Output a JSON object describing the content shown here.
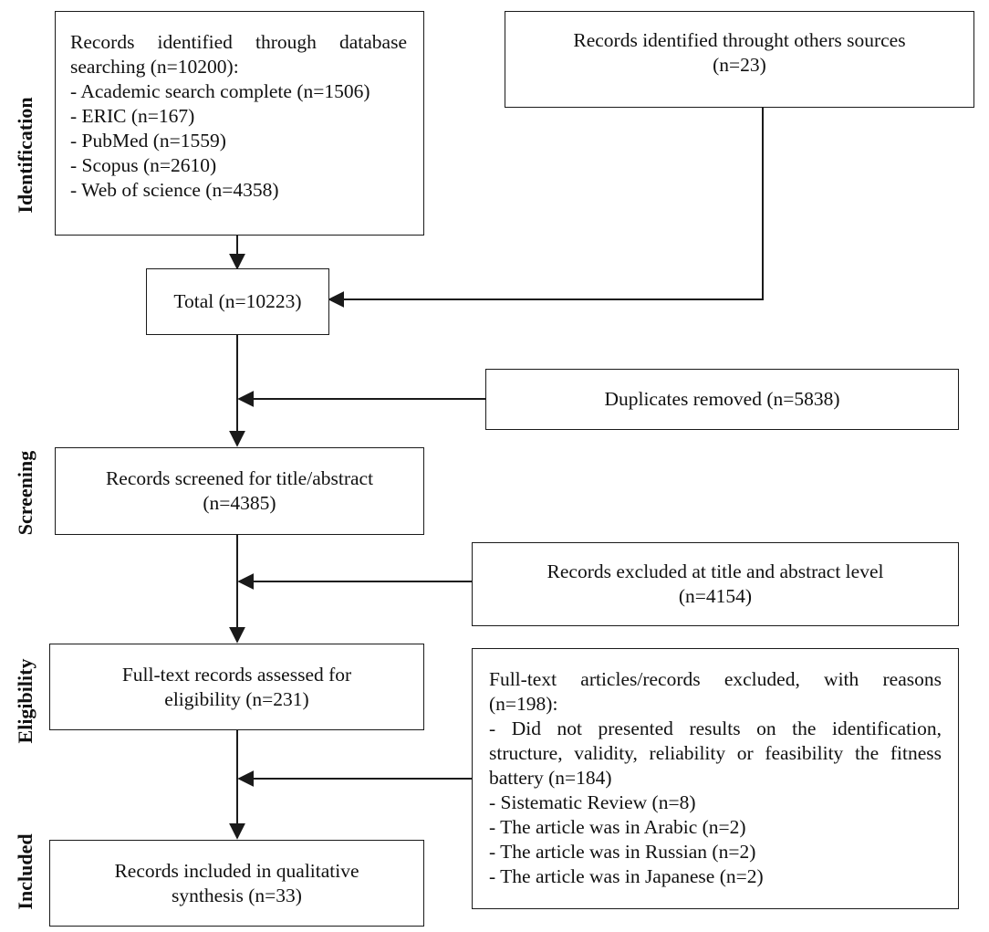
{
  "stages": {
    "identification": "Identification",
    "screening": "Screening",
    "eligibility": "Eligibility",
    "included": "Included"
  },
  "boxes": {
    "database_records": {
      "intro_line1": "Records identified through database",
      "intro_line2": "searching (n=10200):",
      "sources": [
        "- Academic search complete (n=1506)",
        "- ERIC (n=167)",
        "- PubMed (n=1559)",
        "- Scopus (n=2610)",
        "- Web of science (n=4358)"
      ]
    },
    "other_sources": {
      "line1": "Records identified throught others sources",
      "line2": "(n=23)"
    },
    "total": {
      "line1": "Total (n=10223)"
    },
    "duplicates": {
      "line1": "Duplicates removed (n=5838)"
    },
    "screened": {
      "line1": "Records screened for title/abstract",
      "line2": "(n=4385)"
    },
    "excluded_title": {
      "line1": "Records excluded at title and abstract level",
      "line2": "(n=4154)"
    },
    "fulltext": {
      "line1": "Full-text records assessed for",
      "line2": "eligibility (n=231)"
    },
    "fulltext_excluded": {
      "lines": [
        "Full-text articles/records excluded, with reasons",
        "(n=198):",
        "- Did not presented results on the identification,",
        "structure, validity, reliability or feasibility the fitness",
        "battery (n=184)",
        "- Sistematic Review (n=8)",
        "- The article was in Arabic (n=2)",
        "- The article was in Russian (n=2)",
        "- The article was in Japanese (n=2)"
      ]
    },
    "included": {
      "line1": "Records included in qualitative",
      "line2": "synthesis (n=33)"
    }
  }
}
